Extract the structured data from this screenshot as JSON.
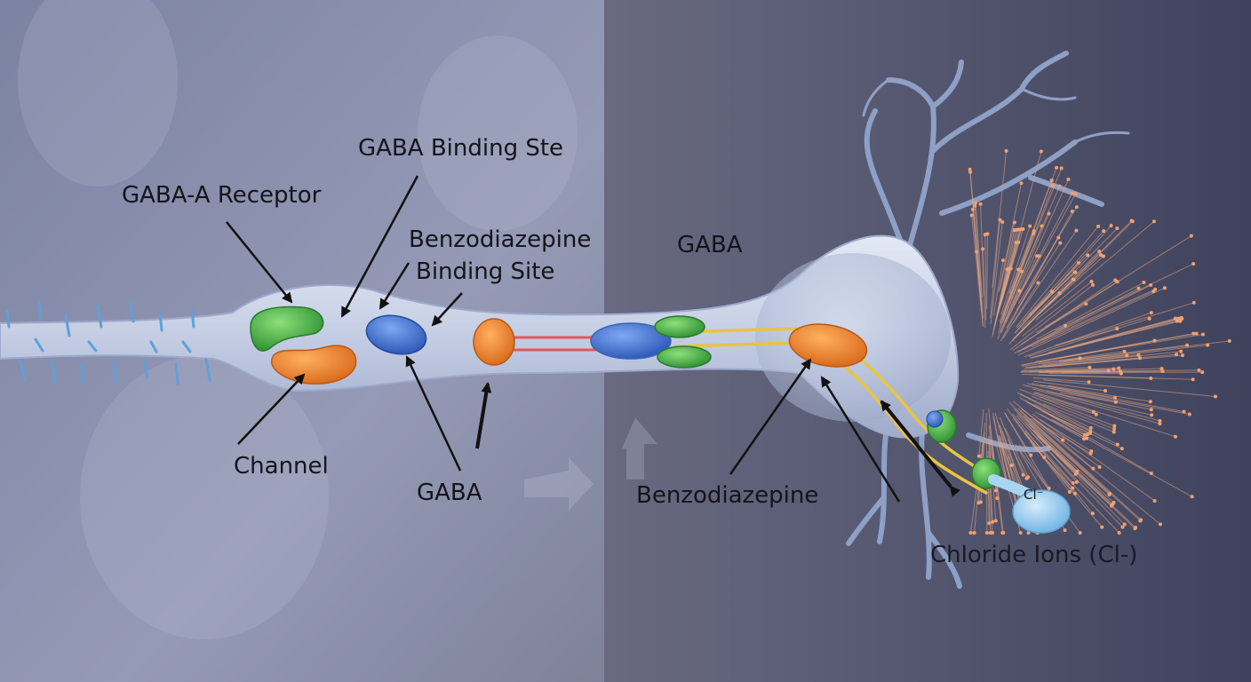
{
  "labels": {
    "gaba_a_receptor": "GABA-A Receptor",
    "gaba_binding_site": "GABA Binding Ste",
    "benzo_binding_site_line1": "Benzodiazepine",
    "benzo_binding_site_line2": "Binding Site",
    "gaba_top": "GABA",
    "channel": "Channel",
    "gaba_bottom": "GABA",
    "benzodiazepine": "Benzodiazepine",
    "cl_ion": "Cl⁻",
    "chloride_ions": "Chloride Ions (Cl-)"
  },
  "colors": {
    "background_left": "#8a8fad",
    "background_right": "#4c4f6a",
    "neuron": "#c9d2e6",
    "receptor_green": "#3fae3f",
    "receptor_orange": "#ee8a2c",
    "receptor_blue": "#3d6fd0",
    "track_yellow": "#e8c542",
    "track_red": "#e0605c",
    "ion_dots": "#f0a070",
    "chloride_ion": "#8cc8ee"
  }
}
